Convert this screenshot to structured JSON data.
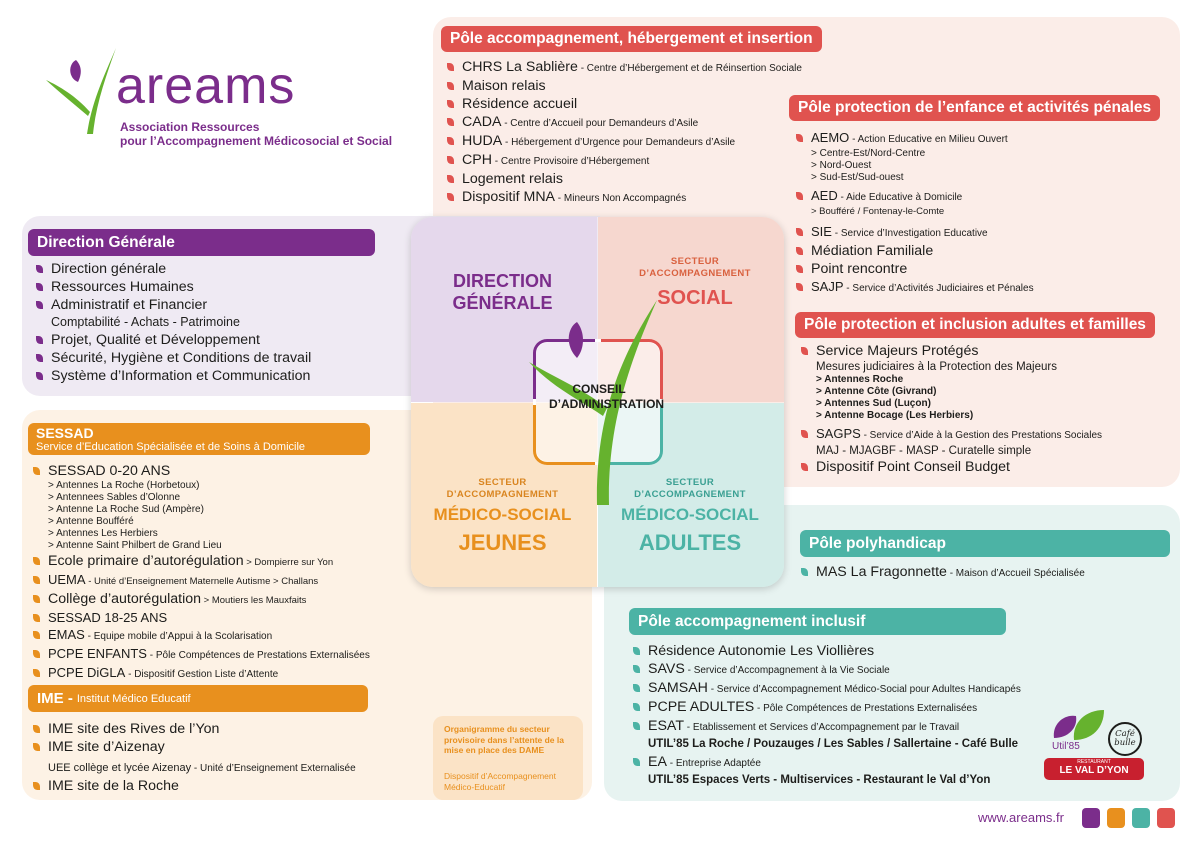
{
  "colors": {
    "purple": "#7b2d8b",
    "orange": "#e8901e",
    "red": "#e0534f",
    "teal": "#4cb3a5",
    "green": "#66b22e"
  },
  "logo": {
    "name": "areams",
    "tagline1": "Association Ressources",
    "tagline2": "pour l’Accompagnement Médicosocial et Social"
  },
  "center": {
    "direction": "DIRECTION GÉNÉRALE",
    "social_small": "SECTEUR D’ACCOMPAGNEMENT",
    "social_big": "SOCIAL",
    "conseil": "CONSEIL D’ADMINISTRATION",
    "jeunes_small": "SECTEUR D’ACCOMPAGNEMENT",
    "jeunes_mid": "MÉDICO-SOCIAL",
    "jeunes_big": "JEUNES",
    "adultes_small": "SECTEUR D’ACCOMPAGNEMENT",
    "adultes_mid": "MÉDICO-SOCIAL",
    "adultes_big": "ADULTES"
  },
  "pole_hebergement": {
    "title": "Pôle accompagnement, hébergement et insertion",
    "items": [
      {
        "main": "CHRS La Sablière",
        "desc": " - Centre d’Hébergement et de Réinsertion Sociale"
      },
      {
        "main": "Maison relais",
        "desc": ""
      },
      {
        "main": "Résidence accueil",
        "desc": ""
      },
      {
        "main": "CADA",
        "desc": " - Centre d’Accueil pour Demandeurs d’Asile"
      },
      {
        "main": "HUDA",
        "desc": " - Hébergement d’Urgence pour Demandeurs d’Asile"
      },
      {
        "main": "CPH",
        "desc": " - Centre Provisoire d’Hébergement"
      },
      {
        "main": "Logement relais",
        "desc": ""
      },
      {
        "main": "Dispositif MNA",
        "desc": " - Mineurs Non Accompagnés"
      }
    ]
  },
  "pole_enfance": {
    "title": "Pôle protection de l’enfance et activités pénales",
    "aemo": {
      "main": "AEMO",
      "desc": " - Action Educative en Milieu Ouvert"
    },
    "aemo_subs": [
      "> Centre-Est/Nord-Centre",
      "> Nord-Ouest",
      "> Sud-Est/Sud-ouest"
    ],
    "aed": {
      "main": "AED",
      "desc": " - Aide Educative à Domicile"
    },
    "aed_sub": "> Boufféré / Fontenay-le-Comte",
    "sie": {
      "main": "SIE",
      "desc": " - Service d’Investigation Educative"
    },
    "mediation": "Médiation Familiale",
    "point": "Point rencontre",
    "sajp": {
      "main": "SAJP",
      "desc": " - Service d’Activités Judiciaires et Pénales"
    }
  },
  "pole_adultes": {
    "title": "Pôle protection et inclusion adultes et familles",
    "smp": "Service Majeurs Protégés",
    "smp_desc": "Mesures judiciaires à la Protection des Majeurs",
    "smp_subs": [
      "> Antennes Roche",
      "> Antenne Côte (Givrand)",
      "> Antennes Sud (Luçon)",
      "> Antenne Bocage (Les Herbiers)"
    ],
    "sagps": {
      "main": "SAGPS",
      "desc": " - Service d’Aide à la Gestion des Prestations Sociales"
    },
    "sagps_sub": "MAJ - MJAGBF - MASP - Curatelle simple",
    "pcb": "Dispositif Point Conseil Budget"
  },
  "direction": {
    "title": "Direction Générale",
    "items": [
      "Direction générale",
      "Ressources Humaines",
      "Administratif et Financier"
    ],
    "sub": "Comptabilité - Achats - Patrimoine",
    "items2": [
      "Projet, Qualité et Développement",
      "Sécurité, Hygiène et Conditions de travail",
      "Système d’Information et Communication"
    ]
  },
  "sessad": {
    "title": "SESSAD",
    "subtitle": "Service d’Education Spécialisée et de Soins à Domicile",
    "main1": "SESSAD 0-20 ANS",
    "subs": [
      "> Antennes La Roche (Horbetoux)",
      "> Antennees Sables d’Olonne",
      "> Antenne La Roche Sud (Ampère)",
      "> Antenne Boufféré",
      "> Antennes Les Herbiers",
      "> Antenne Saint Philbert de Grand Lieu"
    ],
    "ecole": {
      "main": "Ecole primaire d’autorégulation",
      "desc": " > Dompierre sur Yon"
    },
    "uema": {
      "main": "UEMA",
      "desc": " - Unité d’Enseignement Maternelle Autisme > Challans"
    },
    "college": {
      "main": "Collège d’autorégulation",
      "desc": " > Moutiers les Mauxfaits"
    },
    "main2": "SESSAD 18-25 ANS",
    "emas": {
      "main": "EMAS",
      "desc": " - Equipe mobile d’Appui à la Scolarisation"
    },
    "pcpe": {
      "main": "PCPE ENFANTS",
      "desc": " - Pôle Compétences de Prestations Externalisées"
    },
    "digla": {
      "main": "PCPE DiGLA",
      "desc": " - Dispositif Gestion Liste d’Attente"
    }
  },
  "ime": {
    "title": "IME - ",
    "subtitle": "Institut Médico Educatif",
    "rives": "IME site des Rives de l’Yon",
    "aizenay": "IME site d’Aizenay",
    "uee": {
      "main": "UEE collège et lycée Aizenay",
      "desc": " - Unité d’Enseignement Externalisée"
    },
    "roche": "IME site de la Roche"
  },
  "note": {
    "text": "Organigramme du secteur provisoire dans l’attente de la mise en place des DAME",
    "dispositif": "Dispositif d’Accompagnement Médico-Educatif"
  },
  "polyhandicap": {
    "title": "Pôle polyhandicap",
    "main": "MAS La Fragonnette",
    "desc": " - Maison d’Accueil Spécialisée"
  },
  "inclusif": {
    "title": "Pôle accompagnement inclusif",
    "residence": "Résidence Autonomie Les Viollières",
    "savs": {
      "main": "SAVS",
      "desc": " - Service d’Accompagnement à la Vie Sociale"
    },
    "samsah": {
      "main": "SAMSAH",
      "desc": " - Service d’Accompagnement Médico-Social pour Adultes Handicapés"
    },
    "pcpe": {
      "main": "PCPE ADULTES",
      "desc": " - Pôle Compétences de Prestations Externalisées"
    },
    "esat": {
      "main": "ESAT",
      "desc": " - Etablissement et Services d’Accompagnement par le Travail"
    },
    "esat_sub": "UTIL’85 La Roche / Pouzauges / Les Sables / Sallertaine - Café Bulle",
    "ea": {
      "main": "EA",
      "desc": " - Entreprise Adaptée"
    },
    "ea_sub": "UTIL’85 Espaces Verts - Multiservices - Restaurant le Val d’Yon"
  },
  "brands": {
    "util": "Util’85",
    "cafe": "Café bulle",
    "resto_small": "RESTAURANT",
    "resto": "LE VAL D’YON"
  },
  "footer": {
    "url": "www.areams.fr"
  }
}
